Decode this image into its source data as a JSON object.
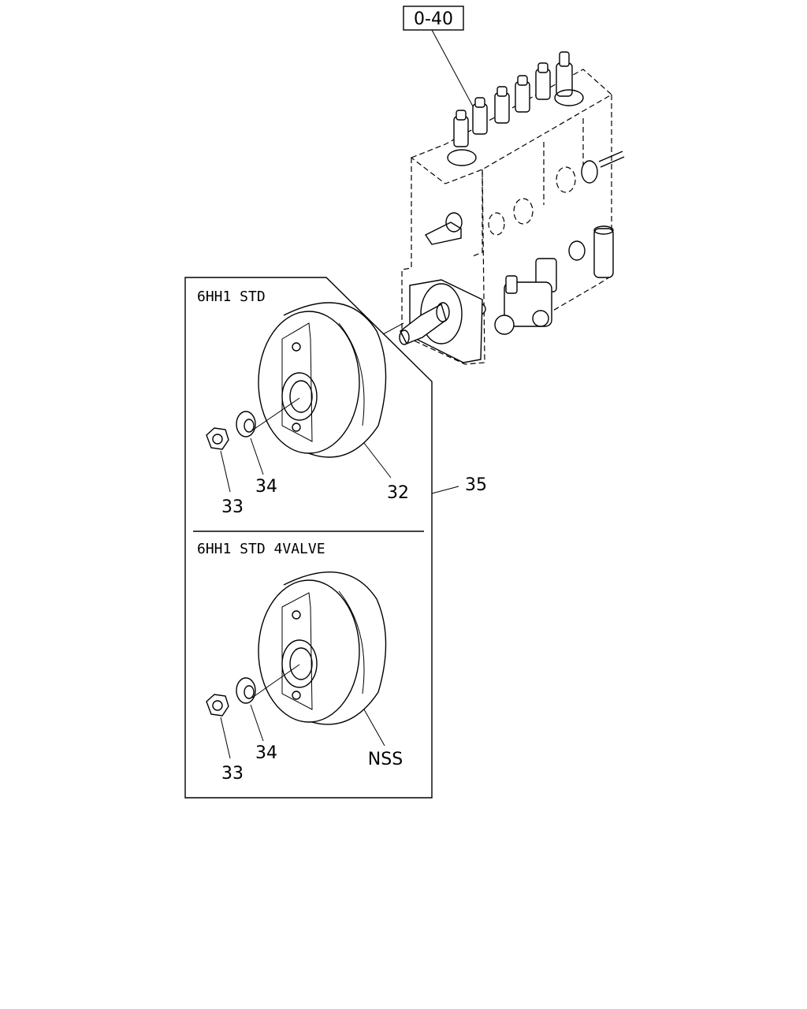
{
  "reference": "0-40",
  "panels": [
    {
      "heading": "6HH1 STD",
      "callouts": {
        "coupling": "32",
        "nut": "33",
        "washer": "34"
      }
    },
    {
      "heading": "6HH1 STD 4VALVE",
      "callouts": {
        "coupling": "NSS",
        "nut": "33",
        "washer": "34"
      }
    }
  ],
  "assembly_callout": "35"
}
